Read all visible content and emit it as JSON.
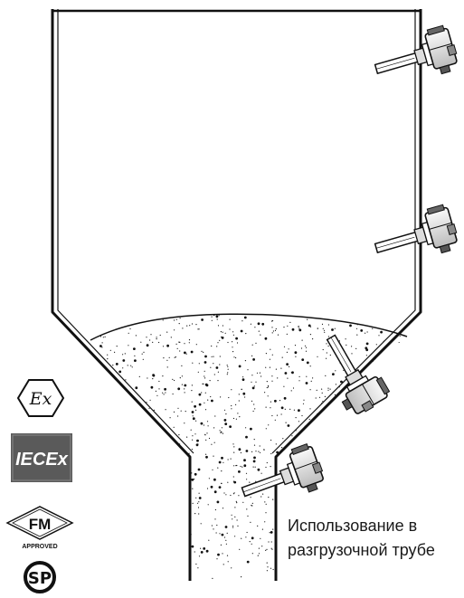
{
  "caption": {
    "line1": "Использование в",
    "line2": "разгрузочной трубе"
  },
  "certifications": {
    "atex": "Ex",
    "iecex": "IECEx",
    "fm": "FM",
    "fm_sub": "APPROVED",
    "csa": "SP"
  },
  "sensors": [
    {
      "name": "upper-level-switch"
    },
    {
      "name": "middle-level-switch"
    },
    {
      "name": "material-level-switch"
    },
    {
      "name": "discharge-pipe-switch"
    }
  ],
  "colors": {
    "line": "#111111",
    "fm_fill": "#ffffff",
    "iecex_bg": "#555555"
  }
}
